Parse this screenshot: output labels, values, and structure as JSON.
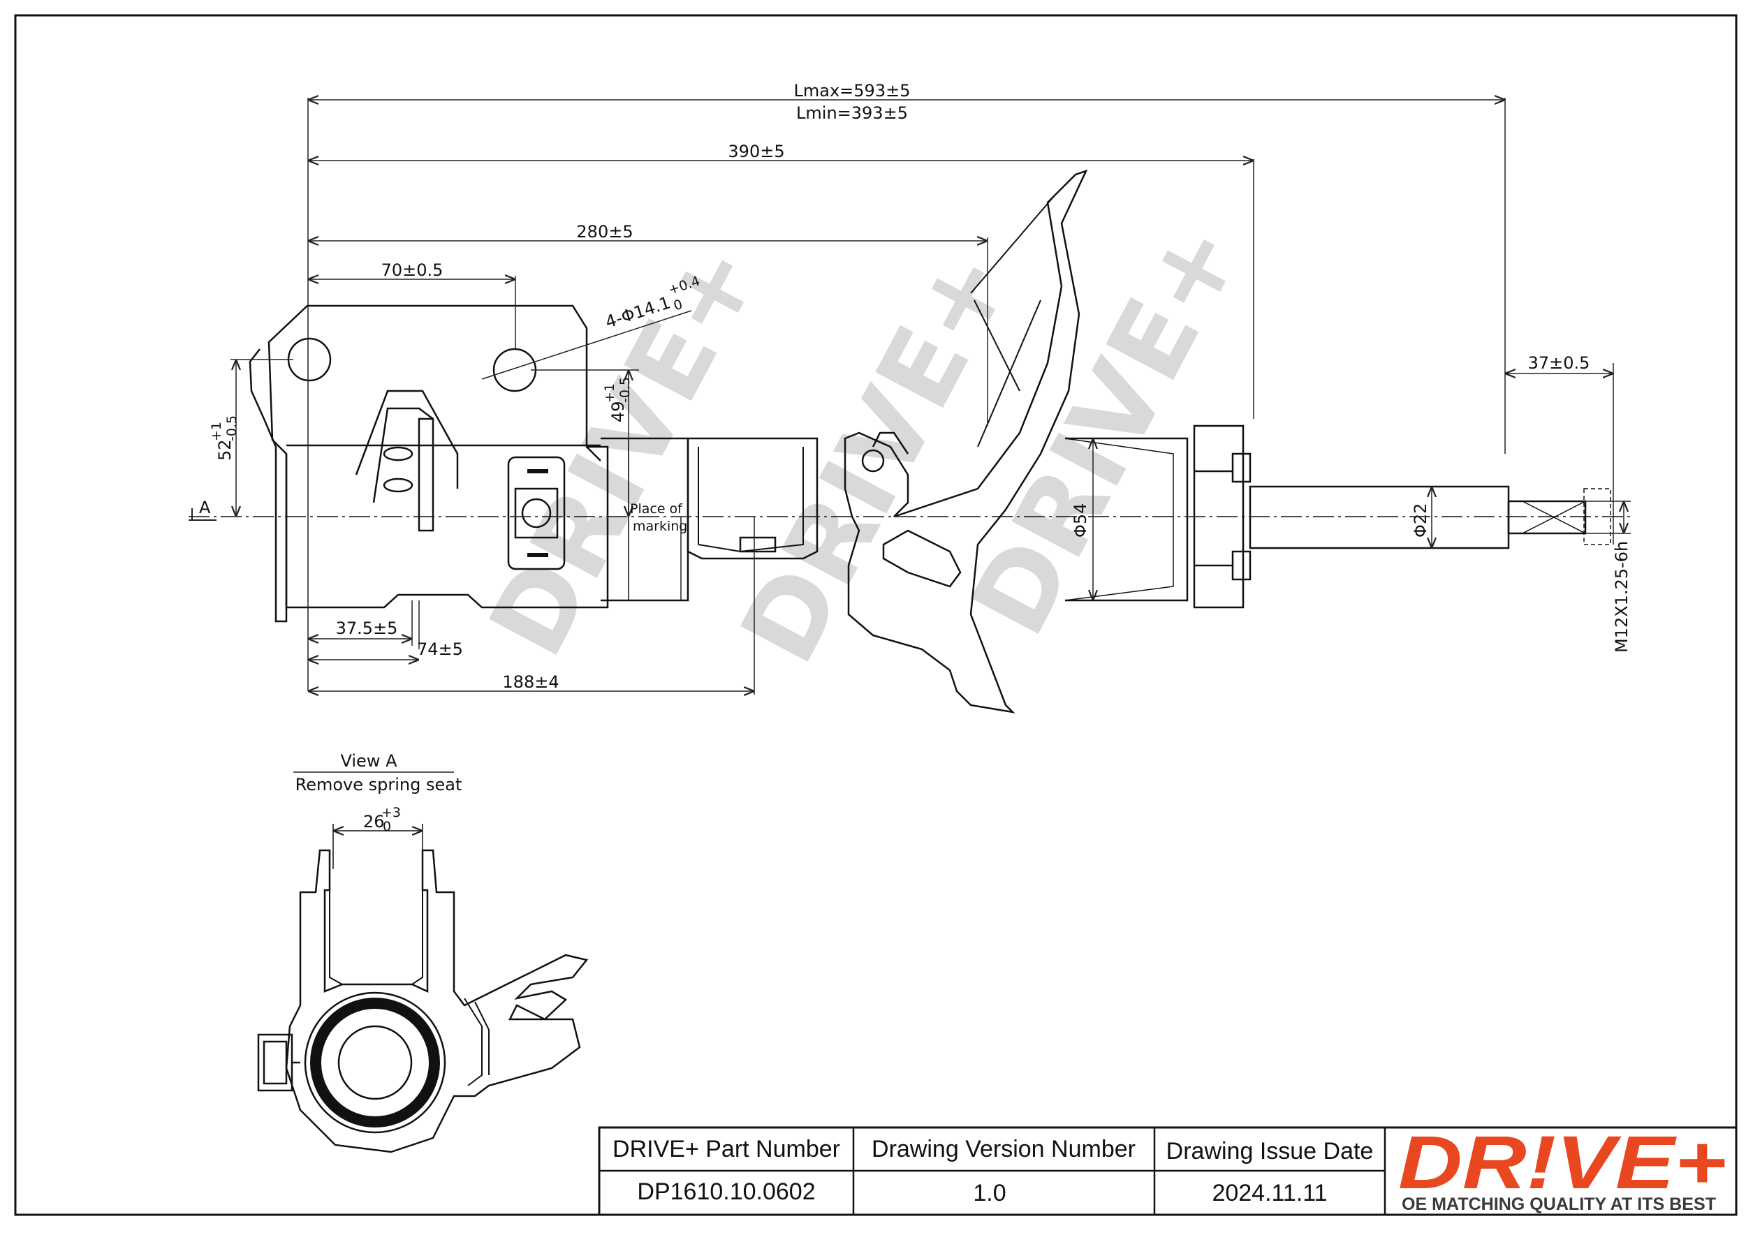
{
  "dimensions": {
    "lmax": "Lmax=593±5",
    "lmin": "Lmin=393±5",
    "d390": "390±5",
    "d280": "280±5",
    "d70": "70±0.5",
    "hole": "4-Φ14.1",
    "hole_tol_upper": "+0.4",
    "hole_tol_lower": "0",
    "d52": "52",
    "d52_tol_upper": "+1",
    "d52_tol_lower": "-0.5",
    "d49": "49",
    "d49_tol_upper": "+1",
    "d49_tol_lower": "-0.5",
    "d37_5": "37.5±5",
    "d74": "74±5",
    "d188": "188±4",
    "d37": "37±0.5",
    "phi54": "Φ54",
    "phi22": "Φ22",
    "thread": "M12X1.25-6h",
    "d26": "26",
    "d26_tol_upper": "+3",
    "d26_tol_lower": "0"
  },
  "labels": {
    "view_arrow": "A",
    "place_of_marking_1": "Place of",
    "place_of_marking_2": "marking",
    "view_title": "View A",
    "view_subtitle": "Remove spring seat",
    "watermark": "DRIVE+"
  },
  "title_block": {
    "part_number_label": "DRIVE+ Part Number",
    "part_number": "DP1610.10.0602",
    "version_label": "Drawing Version  Number",
    "version": "1.0",
    "date_label": "Drawing Issue Date",
    "date": "2024.11.11"
  },
  "logo": {
    "text": "DR!VE+",
    "tagline": "OE MATCHING QUALITY AT ITS BEST",
    "color": "#e8471f"
  }
}
